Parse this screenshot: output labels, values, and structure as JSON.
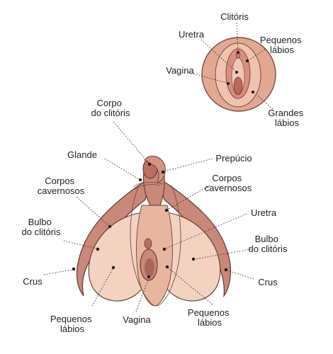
{
  "labels": {
    "clitoris": "Clitóris",
    "uretra_top": "Uretra",
    "pequenos_top": [
      "Pequenos",
      "lábios"
    ],
    "vagina_top": "Vagina",
    "grandes": [
      "Grandes",
      "lábios"
    ],
    "corpo": [
      "Corpo",
      "do clitóris"
    ],
    "glande": "Glande",
    "prepucio": "Prepúcio",
    "corpos_left": [
      "Corpos",
      "cavernosos"
    ],
    "corpos_right": [
      "Corpos",
      "cavernosos"
    ],
    "uretra_mid": "Uretra",
    "bulbo_left": [
      "Bulbo",
      "do clitóris"
    ],
    "bulbo_right": [
      "Bulbo",
      "do clitóris"
    ],
    "crus_left": "Crus",
    "crus_right": "Crus",
    "pequenos_bottom": [
      "Pequenos",
      "lábios"
    ],
    "vagina_bottom": "Vagina",
    "pequenos_bottom_right": [
      "Pequenos",
      "lábios"
    ]
  },
  "colors": {
    "skin_light": "#f3d2bf",
    "skin": "#e8b59f",
    "organ": "#c98878",
    "organ_dark": "#a9655a",
    "outline": "#5a3a33"
  }
}
